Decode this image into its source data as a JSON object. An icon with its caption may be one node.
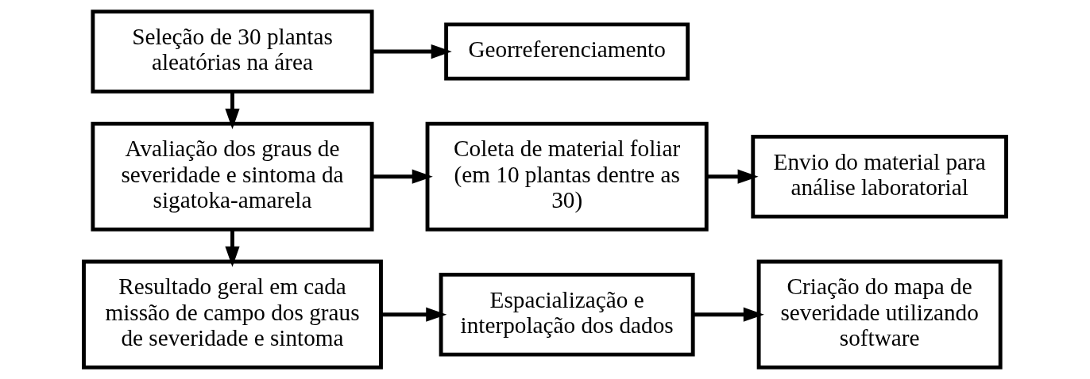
{
  "diagram": {
    "nodes": [
      {
        "text": [
          "Seleção de 30 plantas aleatórias na área"
        ]
      },
      {
        "text": [
          "Georreferenciamento"
        ]
      },
      {
        "text": [
          "Avaliação dos graus de severidade e sintoma da sigatoka-amarela"
        ]
      },
      {
        "text": [
          "Coleta de material foliar (em 10 plantas dentre as 30)"
        ]
      },
      {
        "text": [
          "Envio do material para análise laboratorial"
        ]
      },
      {
        "text": [
          "Resultado geral em cada missão de campo dos graus de severidade e sintoma"
        ]
      },
      {
        "text": [
          "Espacialização e interpolação dos dados"
        ]
      },
      {
        "text": [
          "Criação do mapa de severidade utilizando software"
        ]
      }
    ],
    "edges": [
      {
        "from": 0,
        "to": 1,
        "arrow": "to"
      },
      {
        "from": 0,
        "to": 2,
        "arrow": "to"
      },
      {
        "from": 2,
        "to": 3,
        "arrow": "to"
      },
      {
        "from": 3,
        "to": 4,
        "arrow": "to"
      },
      {
        "from": 2,
        "to": 5,
        "arrow": "to"
      },
      {
        "from": 5,
        "to": 6,
        "arrow": "to"
      },
      {
        "from": 6,
        "to": 7,
        "arrow": "to"
      }
    ]
  }
}
